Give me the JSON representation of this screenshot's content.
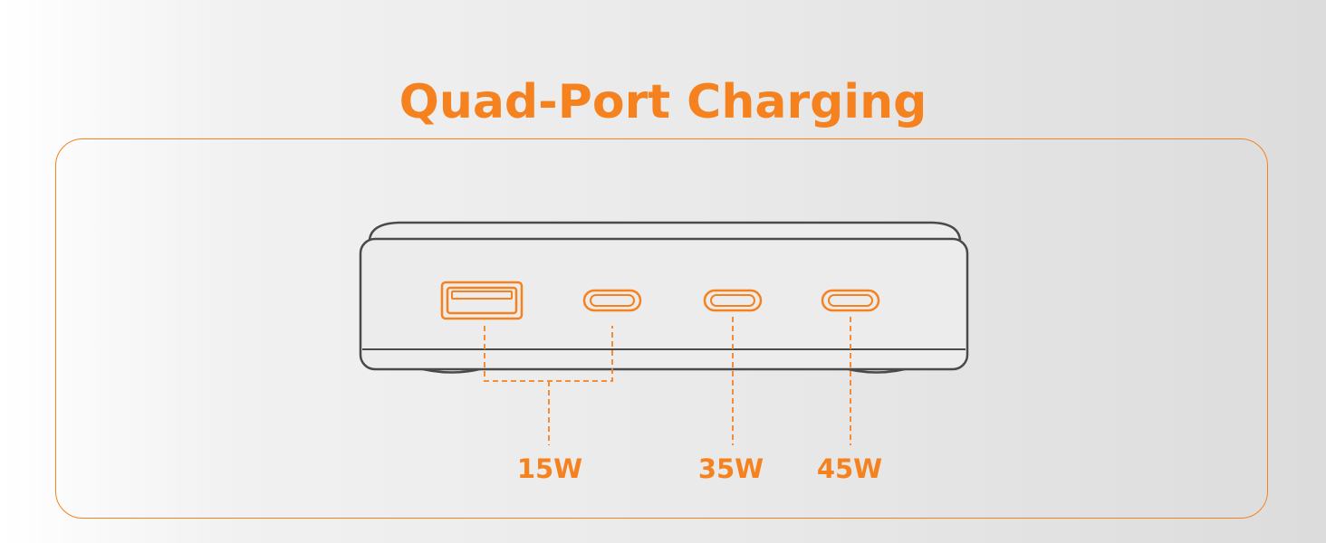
{
  "title": "Quad-Port Charging",
  "colors": {
    "accent": "#f5821f",
    "outline": "#4a4a4a",
    "device_fill": "#ececec"
  },
  "ports": [
    {
      "type": "usb-a",
      "icon": "usb-a-port-icon"
    },
    {
      "type": "usb-c",
      "icon": "usb-c-port-icon"
    },
    {
      "type": "usb-c",
      "icon": "usb-c-port-icon"
    },
    {
      "type": "usb-c",
      "icon": "usb-c-port-icon"
    }
  ],
  "wattages": [
    "15W",
    "35W",
    "45W"
  ]
}
